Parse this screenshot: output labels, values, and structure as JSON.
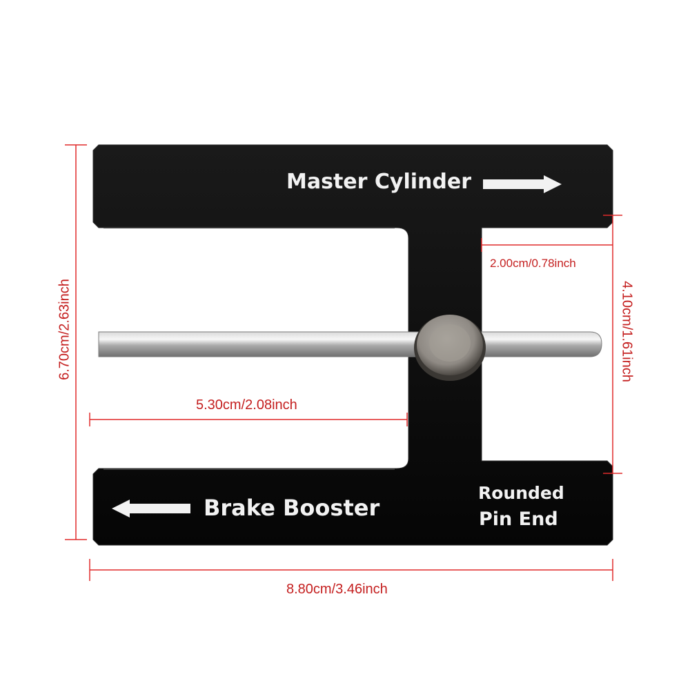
{
  "tool": {
    "label_top": "Master Cylinder",
    "label_bottom": "Brake Booster",
    "label_pin_line1": "Rounded",
    "label_pin_line2": "Pin End"
  },
  "dimensions": {
    "overall_width": "8.80cm/3.46inch",
    "overall_height": "6.70cm/2.63inch",
    "inner_height": "4.10cm/1.61inch",
    "stem_offset": "2.00cm/0.78inch",
    "pin_length": "5.30cm/2.08inch"
  },
  "colors": {
    "body": "#0c0c0c",
    "dimension_line": "#e02a2a",
    "dimension_text": "#c41e1e",
    "engraving": "#f2f2f2"
  },
  "icons": {
    "top_arrow": "arrow-right-icon",
    "bottom_arrow": "arrow-left-icon"
  }
}
